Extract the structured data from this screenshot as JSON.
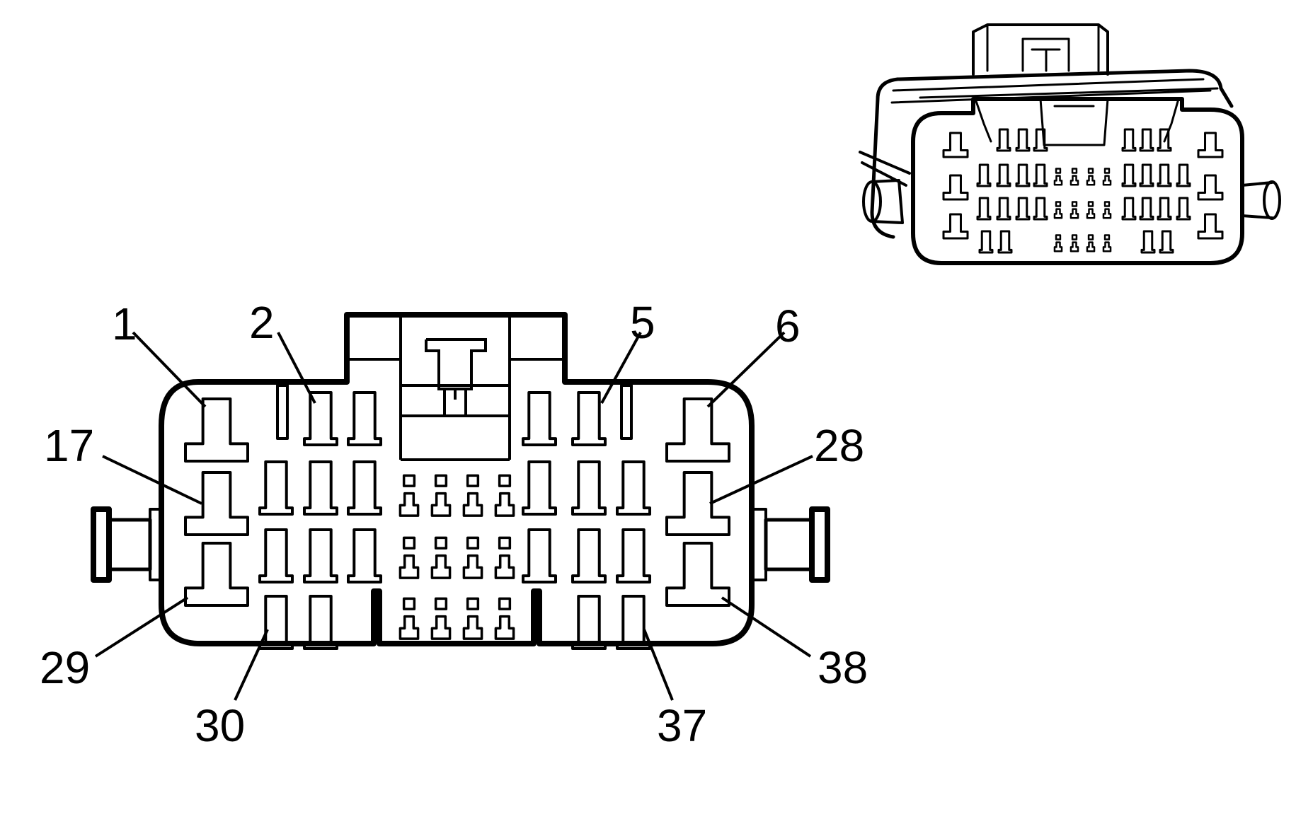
{
  "diagram": {
    "type": "connector-face-view",
    "line_color": "#000000",
    "background": "#ffffff",
    "pin_labels": {
      "p1": "1",
      "p2": "2",
      "p5": "5",
      "p6": "6",
      "p17": "17",
      "p28": "28",
      "p29": "29",
      "p30": "30",
      "p37": "37",
      "p38": "38"
    }
  }
}
